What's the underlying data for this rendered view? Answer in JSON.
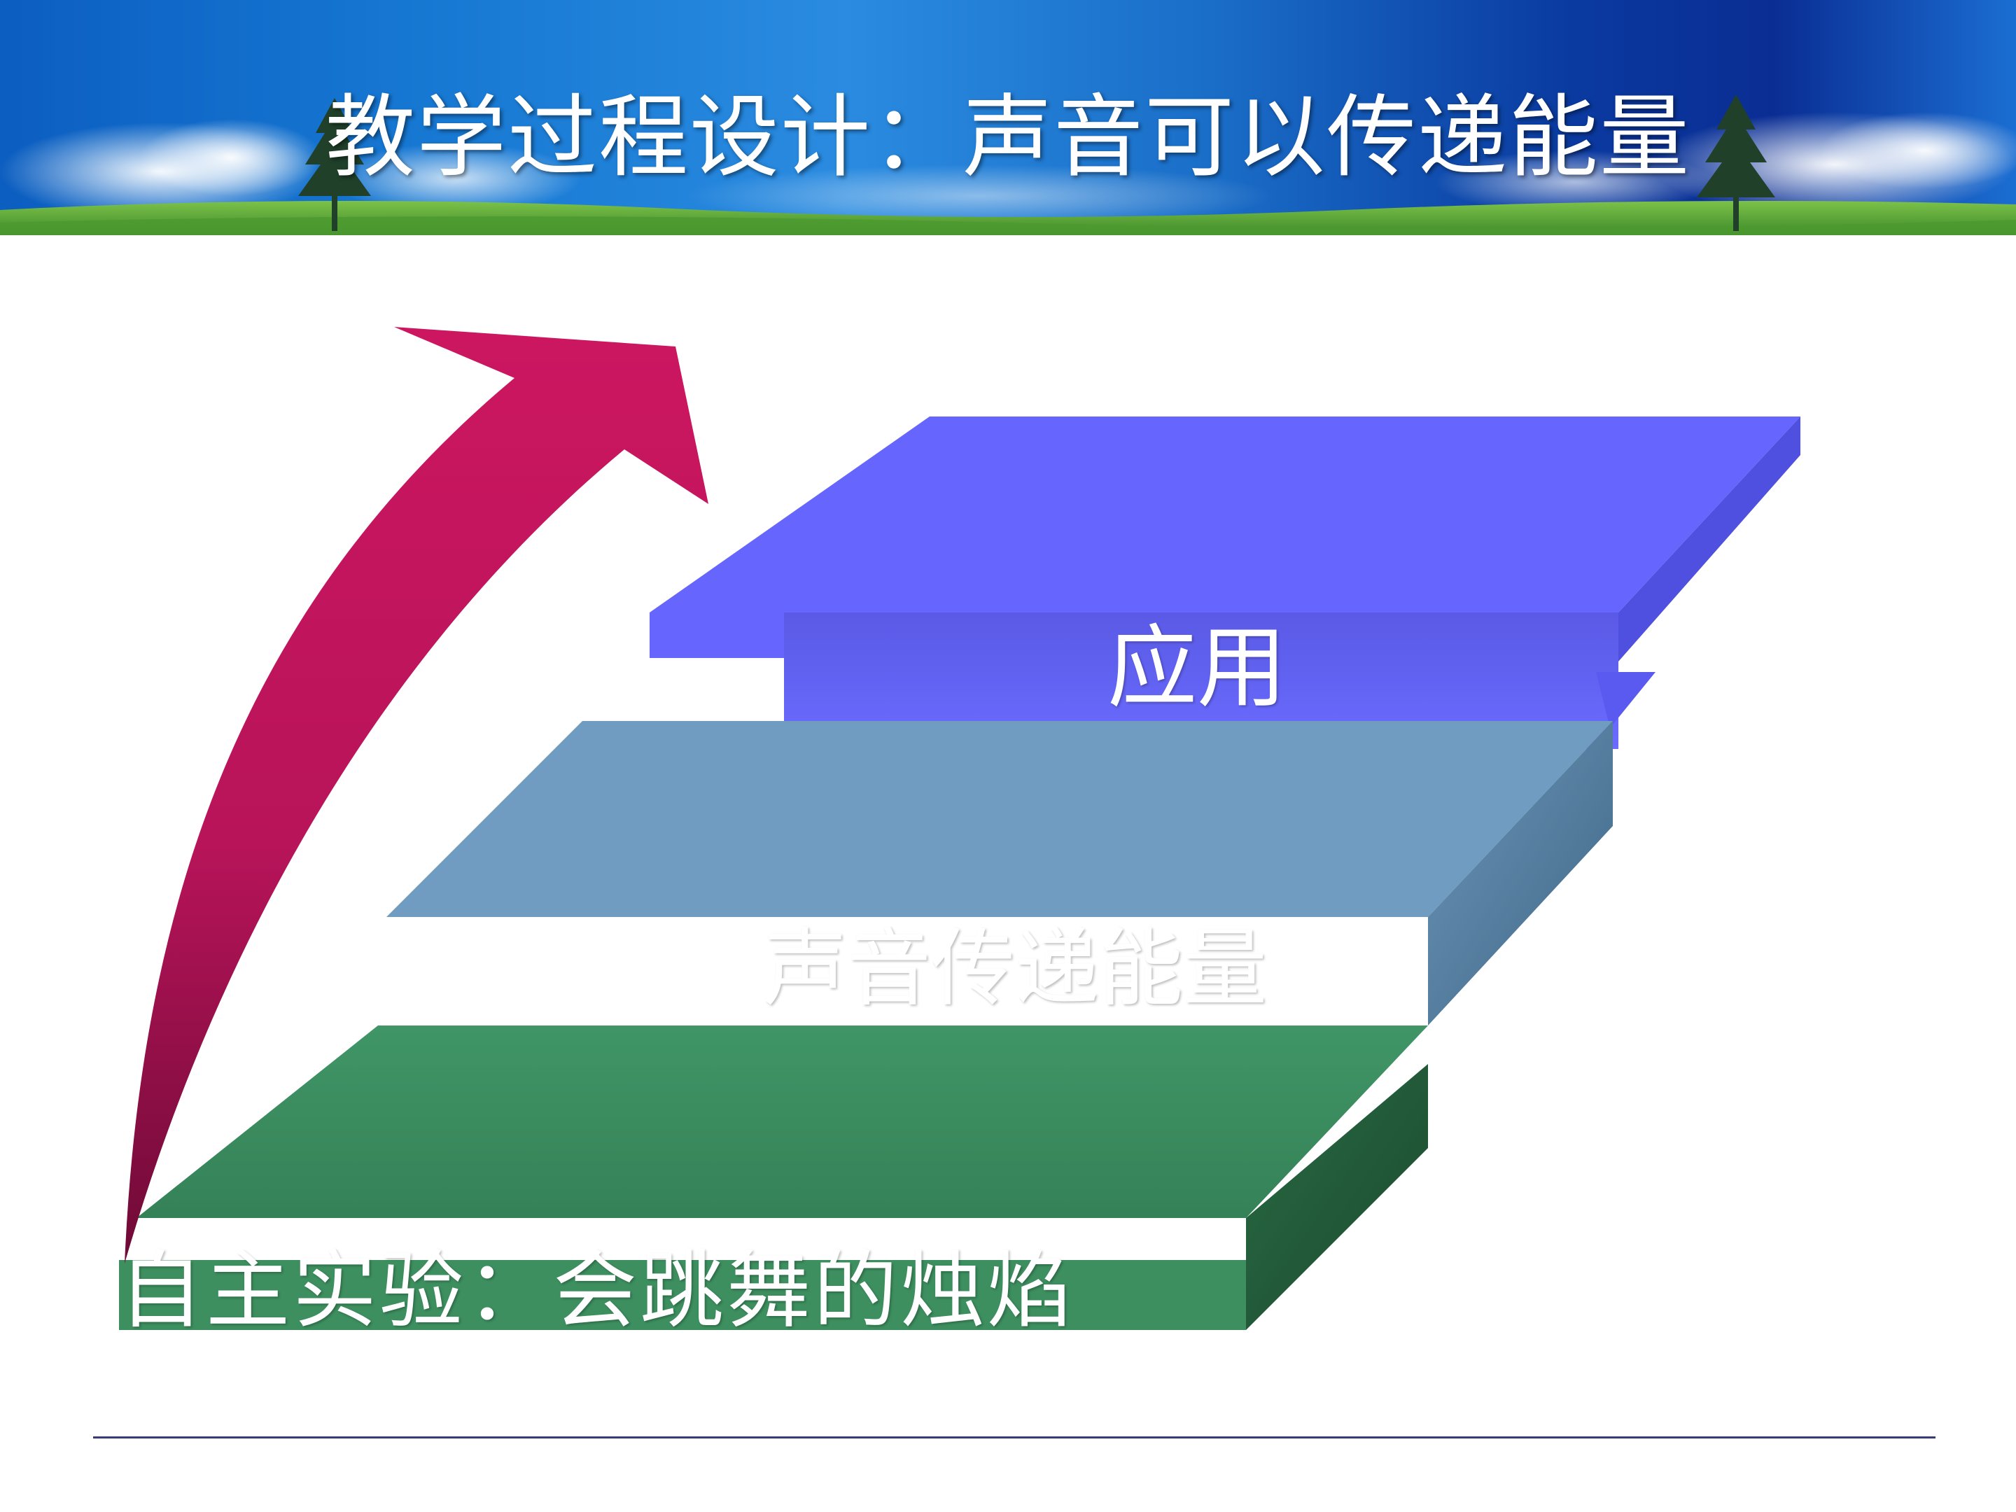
{
  "slide": {
    "title": "教学过程设计：声音可以传递能量"
  },
  "layers": [
    {
      "label": "应用",
      "color": "#6666ff"
    },
    {
      "label": "声音传递能量",
      "color": "#6f9cc0"
    },
    {
      "label": "自主实验：会跳舞的烛焰",
      "color": "#41996a"
    }
  ],
  "arrow": {
    "color": "#cc1660",
    "direction": "up"
  },
  "icons": {
    "arrow": "curved-arrow-icon",
    "tree": "tree-icon",
    "cloud": "cloud-icon"
  }
}
